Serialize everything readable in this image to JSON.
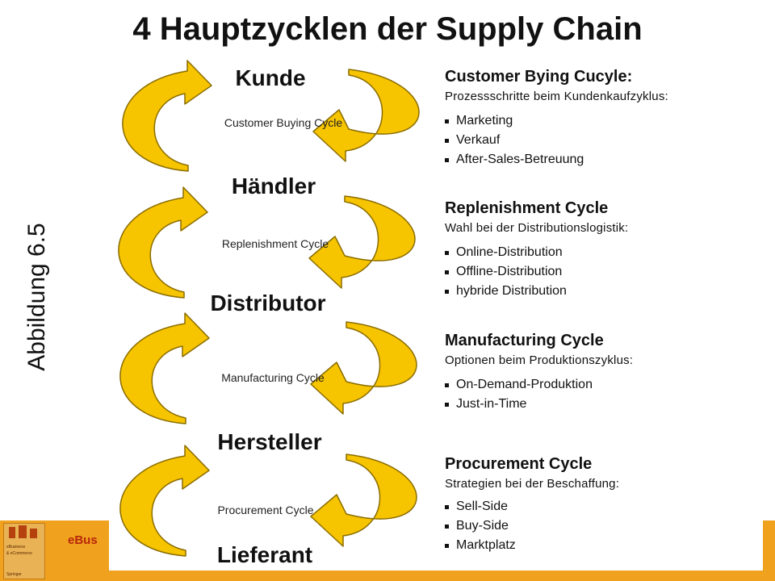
{
  "title": "4 Hauptzycklen der Supply Chain",
  "side_label": "Abbildung 6.5",
  "footer": {
    "text": "eBus"
  },
  "colors": {
    "arrow_fill": "#f7c400",
    "arrow_stroke": "#8a6d00",
    "footer_bar": "#f0a21e",
    "footer_text": "#b7250c"
  },
  "nodes": [
    "Kunde",
    "Händler",
    "Distributor",
    "Hersteller",
    "Lieferant"
  ],
  "cycles": [
    "Customer Buying Cycle",
    "Replenishment Cycle",
    "Manufacturing Cycle",
    "Procurement Cycle"
  ],
  "blocks": [
    {
      "heading": "Customer Bying Cucyle:",
      "sub": "Prozessschritte beim Kundenkaufzyklus:",
      "items": [
        "Marketing",
        "Verkauf",
        "After-Sales-Betreuung"
      ]
    },
    {
      "heading": "Replenishment Cycle",
      "sub": "Wahl bei der Distributionslogistik:",
      "items": [
        "Online-Distribution",
        "Offline-Distribution",
        "hybride Distribution"
      ]
    },
    {
      "heading": "Manufacturing Cycle",
      "sub": "Optionen beim Produktionszyklus:",
      "items": [
        "On-Demand-Produktion",
        "Just-in-Time"
      ]
    },
    {
      "heading": "Procurement Cycle",
      "sub": "Strategien bei der Beschaffung:",
      "items": [
        "Sell-Side",
        "Buy-Side",
        "Marktplatz"
      ]
    }
  ]
}
